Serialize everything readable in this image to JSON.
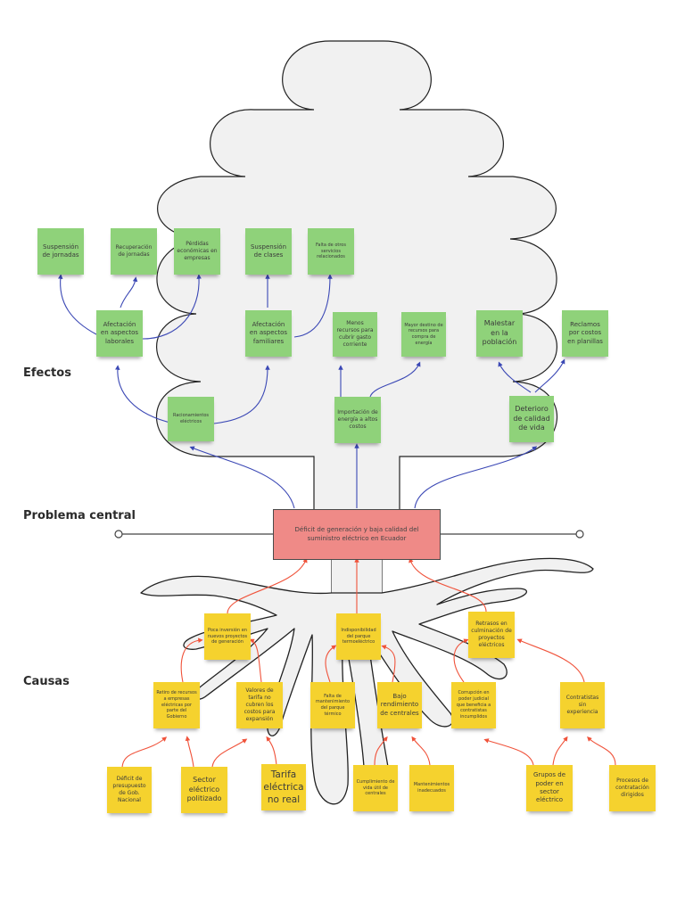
{
  "sections": {
    "effects": "Efectos",
    "central": "Problema central",
    "causes": "Causas"
  },
  "colors": {
    "effect_note": "#8fd27a",
    "cause_note": "#f5d22e",
    "problem_box": "#ef8a87",
    "effect_arrow": "#3b48b5",
    "cause_arrow": "#f0533b",
    "tree_fill": "#f1f1f1",
    "tree_outline": "#222222"
  },
  "central_problem": "Déficit de generación y baja calidad del suministro eléctrico en Ecuador",
  "effects": {
    "top_row": [
      "Suspensión de jornadas",
      "Recuperación de jornadas",
      "Pérdidas económicas en empresas",
      "Suspensión de clases",
      "Falta de otros servicios relacionados"
    ],
    "middle_row": [
      "Afectación en aspectos laborales",
      "Afectación en aspectos familiares",
      "Menos recursos para cubrir gasto corriente",
      "Mayor destino de recursos para compra de energía",
      "Malestar en la población",
      "Reclamos por costos en planillas"
    ],
    "bottom_row": [
      "Racionamientos eléctricos",
      "Importación de energía a altos costos",
      "Deterioro de calidad de vida"
    ]
  },
  "causes": {
    "primary": [
      "Poca inversión en nuevos proyectos de generación",
      "Indisponibilidad del parque termoeléctrico",
      "Retrasos en culminación de proyectos eléctricos"
    ],
    "secondary": [
      "Retiro de recursos a empresas eléctricas por parte del Gobierno",
      "Valores de tarifa no cubren los costos para expansión",
      "Falta de mantenimiento del parque térmico",
      "Bajo rendimiento de centrales",
      "Corrupción en poder judicial que beneficia a contratistas incumplidos",
      "Contratistas sin experiencia"
    ],
    "root": [
      "Déficit de presupuesto de Gob. Nacional",
      "Sector eléctrico politizado",
      "Tarifa eléctrica no real",
      "Cumplimiento de vida útil de centrales",
      "Mantenimientos inadecuados",
      "Grupos de poder en sector eléctrico",
      "Procesos de contratación dirigidos"
    ]
  }
}
